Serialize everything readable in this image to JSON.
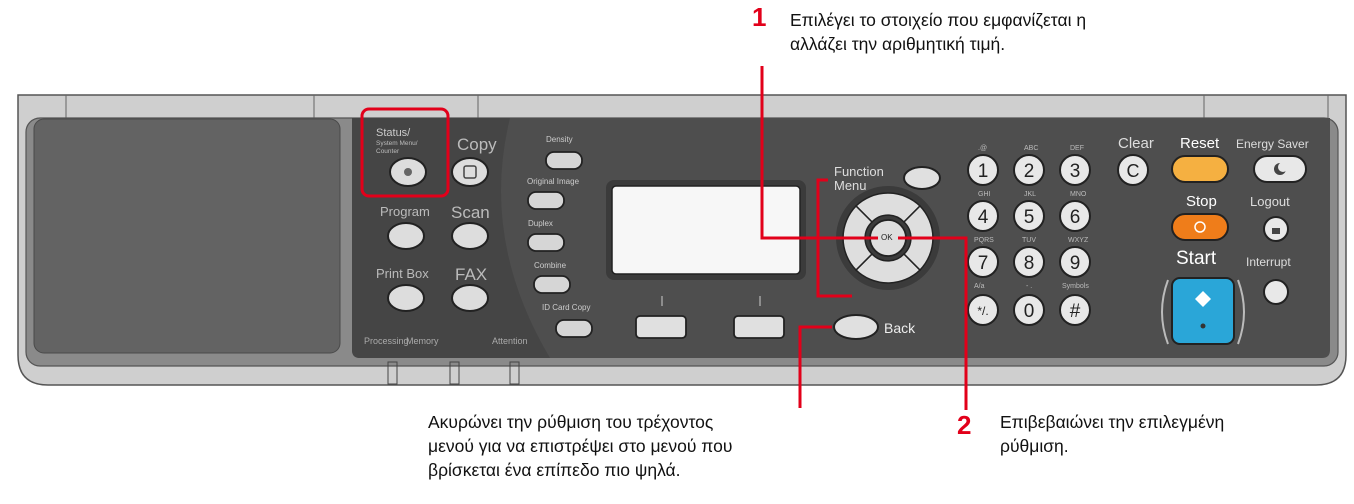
{
  "callouts": [
    {
      "number": "1",
      "text_lines": [
        "Επιλέγει το στοιχείο που εμφανίζεται η",
        "αλλάζει την αριθμητική τιμή."
      ]
    },
    {
      "number": "2",
      "text_lines": [
        "Επιβεβαιώνει την επιλεγμένη",
        "ρύθμιση."
      ]
    },
    {
      "number": "",
      "text_lines": [
        "Ακυρώνει την ρύθμιση του τρέχοντος",
        "μενού για να επιστρέψει στο μενού που",
        "βρίσκεται ένα επίπεδο πιο ψηλά."
      ]
    }
  ],
  "panel": {
    "left_keys": {
      "status": "Status/",
      "status_sub1": "System Menu/",
      "status_sub2": "Counter",
      "copy": "Copy",
      "program": "Program",
      "scan": "Scan",
      "print_box": "Print Box",
      "fax": "FAX",
      "processing": "Processing",
      "memory": "Memory",
      "attention": "Attention"
    },
    "mid_keys": {
      "density": "Density",
      "original_image": "Original Image",
      "duplex": "Duplex",
      "combine": "Combine",
      "id_card_copy": "ID Card Copy"
    },
    "nav": {
      "function_menu_1": "Function",
      "function_menu_2": "Menu",
      "ok": "OK",
      "back": "Back"
    },
    "keypad": {
      "keys": [
        "1",
        "2",
        "3",
        "4",
        "5",
        "6",
        "7",
        "8",
        "9",
        "*/.",
        "0",
        "#"
      ],
      "sublabels": [
        ".@",
        "ABC",
        "DEF",
        "GHI",
        "JKL",
        "MNO",
        "PQRS",
        "TUV",
        "WXYZ",
        "A/a",
        "- .",
        "Symbols"
      ],
      "clear": "Clear"
    },
    "right_keys": {
      "reset": "Reset",
      "energy_saver": "Energy Saver",
      "stop": "Stop",
      "logout": "Logout",
      "start": "Start",
      "interrupt": "Interrupt"
    }
  },
  "colors": {
    "highlight": "#e2001a",
    "panel": "#4e4e4e",
    "reset_key": "#f5b041",
    "stop_key": "#ef7d1a",
    "start_key": "#2aa6d8"
  }
}
